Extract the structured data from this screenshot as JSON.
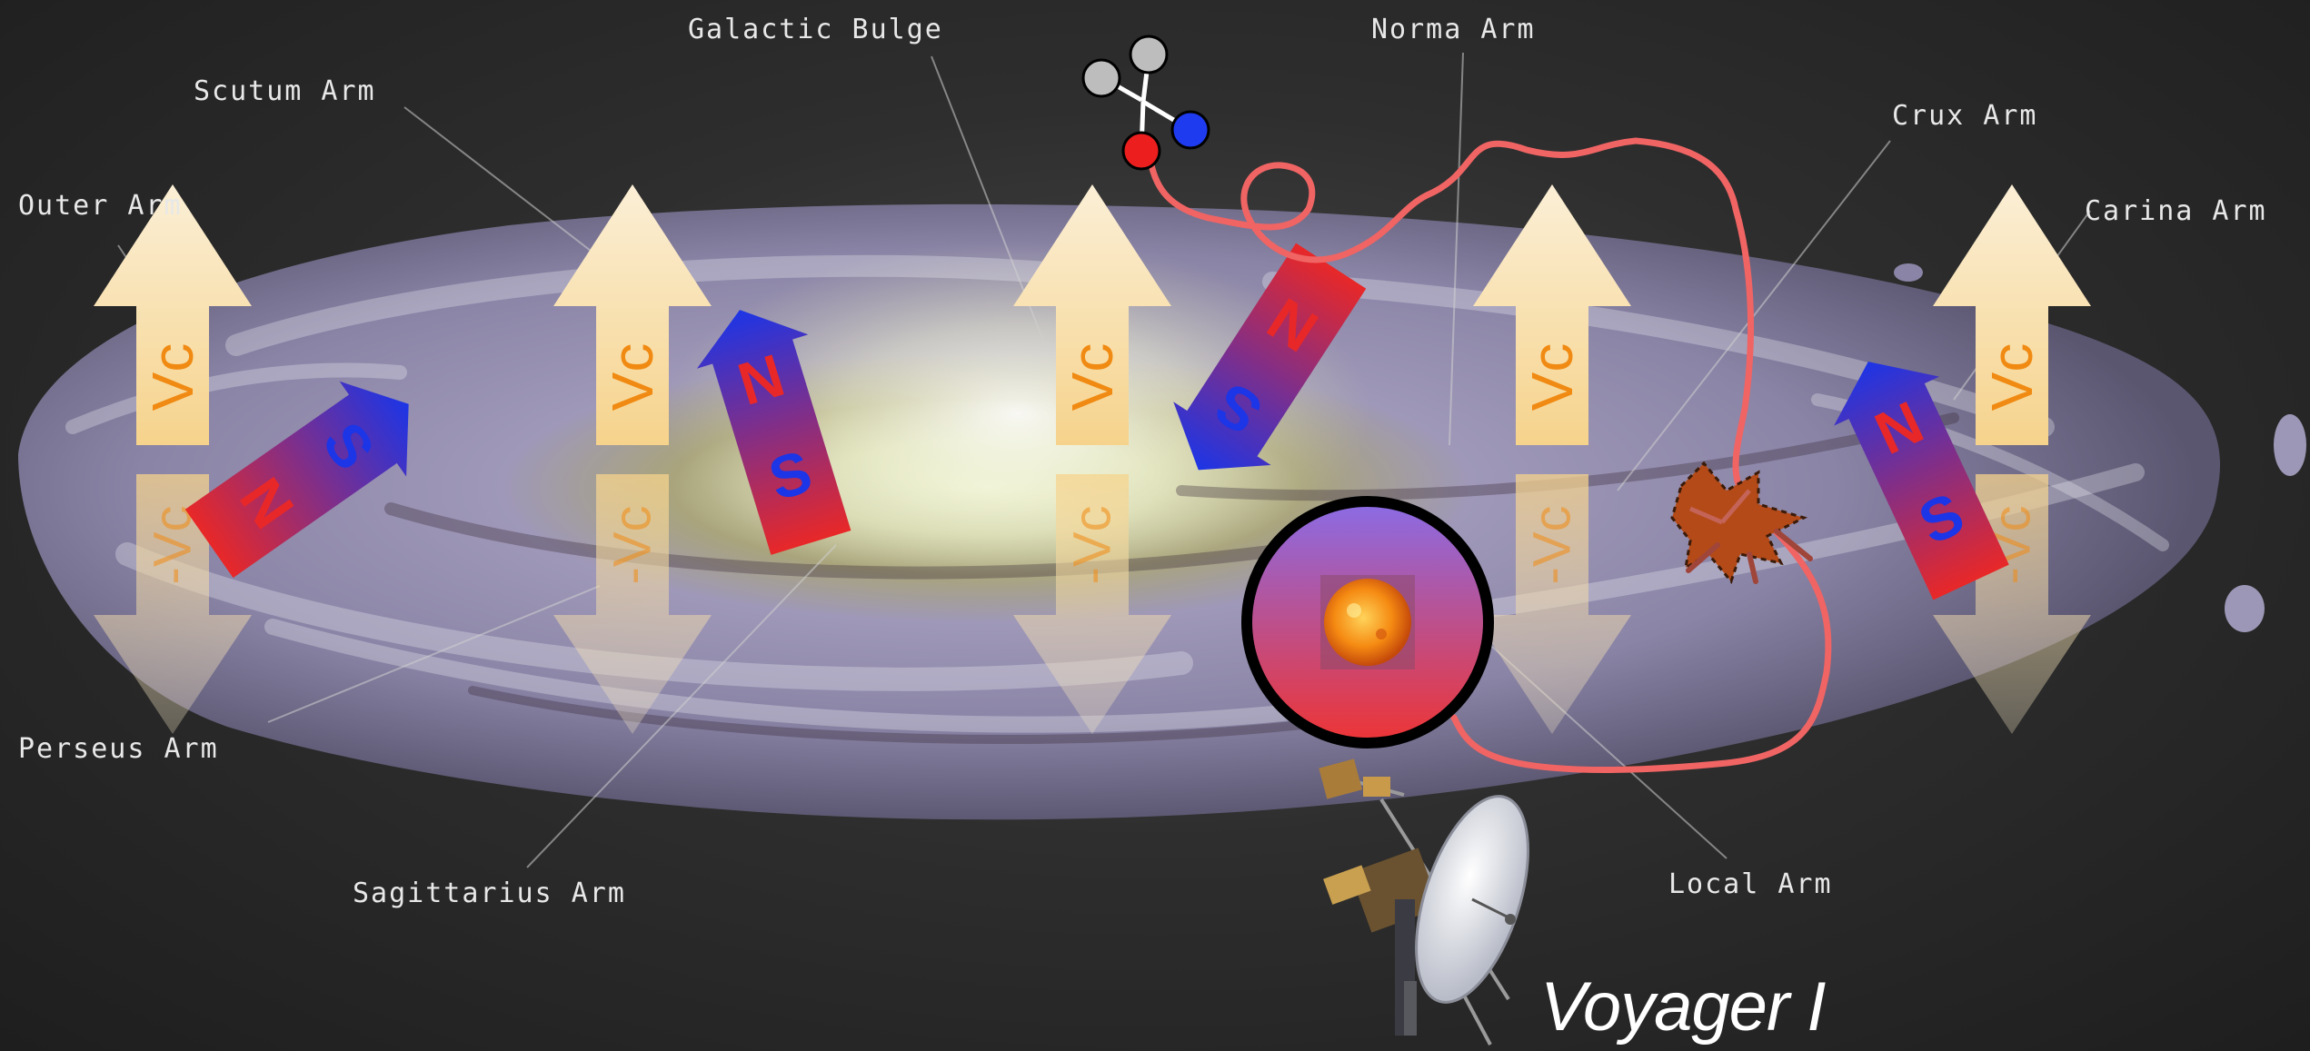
{
  "arm_labels": {
    "outer": "Outer Arm",
    "scutum": "Scutum Arm",
    "galactic_bulge": "Galactic Bulge",
    "norma": "Norma Arm",
    "crux": "Crux Arm",
    "carina": "Carina Arm",
    "perseus": "Perseus Arm",
    "sagittarius": "Sagittarius Arm",
    "local": "Local Arm"
  },
  "velocity": {
    "up_label": "Vc",
    "down_label": "-Vc",
    "column_count": 5
  },
  "magnets": {
    "north": "N",
    "south": "S",
    "north_color": "#1c35e6",
    "south_color": "#e82828"
  },
  "spacecraft": {
    "name": "Voyager I"
  },
  "colors": {
    "arrow_up": "#f6d48e",
    "arrow_top": "#fbefd6",
    "vc_text": "#f08a12",
    "trajectory": "#f06464",
    "galaxy_core": "#f2f6dc",
    "galaxy_disk": "#9f98b8",
    "galaxy_edge": "#5a5670"
  },
  "icons": [
    "molecule-icon",
    "sun-icon",
    "explosion-icon",
    "voyager-spacecraft-icon"
  ]
}
